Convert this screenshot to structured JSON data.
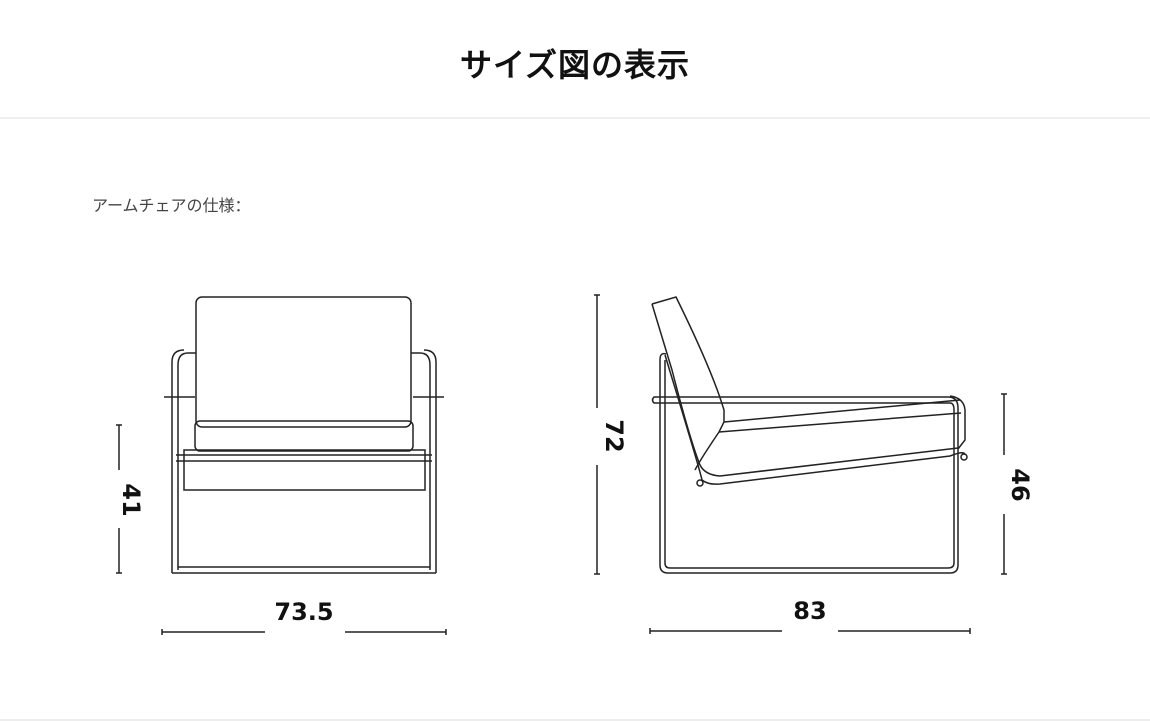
{
  "header": {
    "title": "サイズ図の表示"
  },
  "section": {
    "subtitle": "アームチェアの仕様："
  },
  "front_view": {
    "width_label": "73.5",
    "seat_height_label": "41"
  },
  "side_view": {
    "depth_label": "83",
    "total_height_label": "72",
    "arm_height_label": "46"
  }
}
